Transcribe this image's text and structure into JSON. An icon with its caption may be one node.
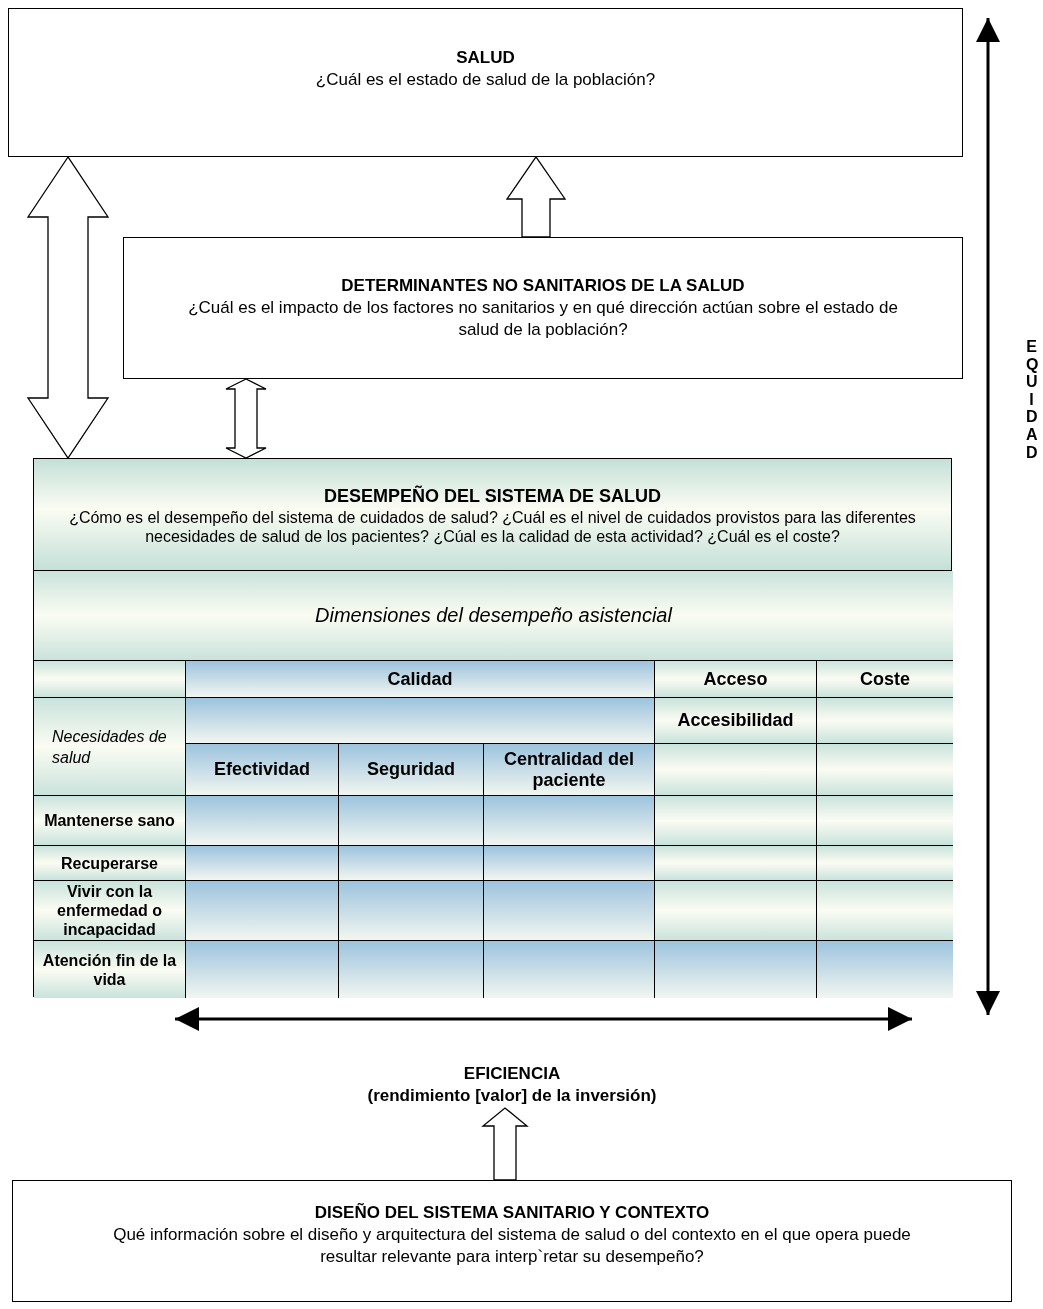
{
  "diagram": {
    "nodes": [
      {
        "text": [
          "SALUD",
          "¿Cuál es el estado de salud de la población?"
        ]
      },
      {
        "text": [
          "DETERMINANTES NO SANITARIOS DE LA SALUD",
          "¿Cuál es el impacto de los factores no sanitarios y en qué dirección actúan sobre el estado de salud de la población?"
        ]
      },
      {
        "text": [
          "DESEMPEÑO DEL SISTEMA DE SALUD",
          "¿Cómo es el desempeño del sistema de cuidados de salud? ¿Cuál es el nivel de cuidados provistos para las diferentes necesidades de salud de los pacientes? ¿Cúal es la calidad de esta actividad? ¿Cuál es el coste?"
        ]
      },
      {
        "text": [
          "EFICIENCIA",
          "(rendimiento [valor] de la inversión)"
        ]
      },
      {
        "text": [
          "DISEÑO DEL SISTEMA SANITARIO Y CONTEXTO",
          "Qué información sobre el diseño y arquitectura del sistema de salud o del contexto en el que opera puede resultar relevante para interp`retar su desempeño?"
        ]
      }
    ],
    "edges": [
      {
        "from": 1,
        "to": 0,
        "arrow": "to"
      },
      {
        "from": 0,
        "to": 2,
        "arrow": "both"
      },
      {
        "from": 1,
        "to": 2,
        "arrow": "both"
      },
      {
        "from": 4,
        "to": 3,
        "arrow": "to"
      }
    ],
    "labels": [
      "EQUIDAD",
      "Dimensiones del desempeño asistencial",
      "Calidad",
      "Acceso",
      "Coste",
      "Necesidades de salud",
      "Accesibilidad",
      "Efectividad",
      "Seguridad",
      "Centralidad del paciente",
      "Mantenerse sano",
      "Recuperarse",
      "Vivir con la enfermedad o incapacidad",
      "Atención fin de la vida"
    ]
  }
}
